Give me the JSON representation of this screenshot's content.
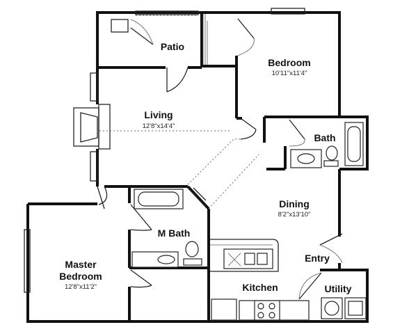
{
  "rooms": {
    "patio": {
      "name": "Patio"
    },
    "bedroom": {
      "name": "Bedroom",
      "dims": "10'11\"x11'4\""
    },
    "living": {
      "name": "Living",
      "dims": "12'8\"x14'4\""
    },
    "bath": {
      "name": "Bath"
    },
    "dining": {
      "name": "Dining",
      "dims": "8'2\"x13'10\""
    },
    "m_bath": {
      "name": "M Bath"
    },
    "master_bedroom": {
      "name_line1": "Master",
      "name_line2": "Bedroom",
      "dims": "12'8\"x11'2\""
    },
    "entry": {
      "name": "Entry"
    },
    "kitchen": {
      "name": "Kitchen"
    },
    "utility": {
      "name": "Utility"
    }
  }
}
